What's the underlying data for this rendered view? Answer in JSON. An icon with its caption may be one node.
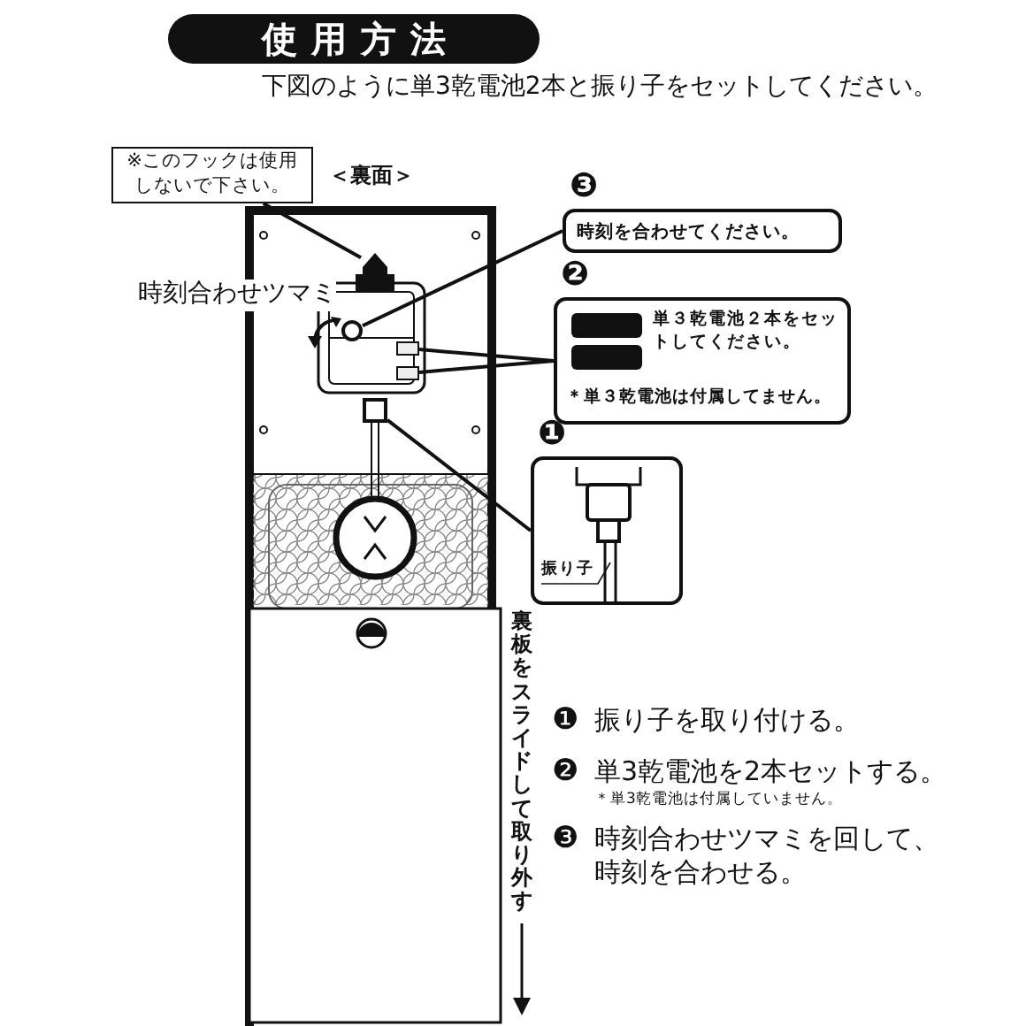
{
  "diagram": {
    "title": "使用方法",
    "nodes": [
      {
        "text": [
          "※このフックは使用しないで下さい。"
        ]
      },
      {
        "text": [],
        "shape": "hook"
      },
      {
        "text": [],
        "shape": "circle",
        "beside": [
          "時刻合わせツマミ"
        ]
      },
      {
        "text": [],
        "shape": "box"
      },
      {
        "text": [],
        "shape": "box"
      },
      {
        "text": [],
        "shape": "box"
      },
      {
        "text": [
          "❸",
          "時刻を合わせてください。"
        ]
      },
      {
        "text": [
          "❷",
          "単３乾電池２本をセットしてください。",
          "＊単３乾電池は付属してません。"
        ]
      },
      {
        "text": [
          "❶",
          "振り子"
        ]
      }
    ],
    "edges": [
      {
        "from": 0,
        "to": 1,
        "arrow": "none"
      },
      {
        "from": 6,
        "to": 2,
        "arrow": "none"
      },
      {
        "from": 7,
        "to": 3,
        "arrow": "none"
      },
      {
        "from": 7,
        "to": 4,
        "arrow": "none"
      },
      {
        "from": 8,
        "to": 5,
        "arrow": "none"
      }
    ],
    "labels": [
      "下図のように単3乾電池2本と振り子をセットしてください。",
      "＜裏面＞",
      "裏板をスライドして取り外す",
      "❶",
      "振り子を取り付ける。",
      "❷",
      "単3乾電池を2本セットする。",
      "＊単3乾電池は付属していません。",
      "❸",
      "時刻合わせツマミを回して、時刻を合わせる。"
    ]
  }
}
